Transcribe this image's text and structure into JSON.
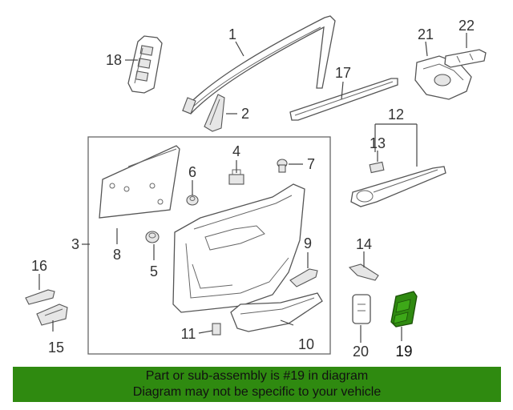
{
  "callouts": [
    {
      "id": "1",
      "label": "1"
    },
    {
      "id": "2",
      "label": "2"
    },
    {
      "id": "3",
      "label": "3"
    },
    {
      "id": "4",
      "label": "4"
    },
    {
      "id": "5",
      "label": "5"
    },
    {
      "id": "6",
      "label": "6"
    },
    {
      "id": "7",
      "label": "7"
    },
    {
      "id": "8",
      "label": "8"
    },
    {
      "id": "9",
      "label": "9"
    },
    {
      "id": "10",
      "label": "10"
    },
    {
      "id": "11",
      "label": "11"
    },
    {
      "id": "12",
      "label": "12"
    },
    {
      "id": "13",
      "label": "13"
    },
    {
      "id": "14",
      "label": "14"
    },
    {
      "id": "15",
      "label": "15"
    },
    {
      "id": "16",
      "label": "16"
    },
    {
      "id": "17",
      "label": "17"
    },
    {
      "id": "18",
      "label": "18"
    },
    {
      "id": "19",
      "label": "19"
    },
    {
      "id": "20",
      "label": "20"
    },
    {
      "id": "21",
      "label": "21"
    },
    {
      "id": "22",
      "label": "22"
    }
  ],
  "highlighted_part": "19",
  "colors": {
    "highlight": "#2f8a10",
    "banner_bg": "#2f8a10",
    "line": "#555555"
  },
  "banner": {
    "line1": "Part or sub-assembly is #19 in diagram",
    "line2": "Diagram may not be specific to your vehicle"
  }
}
